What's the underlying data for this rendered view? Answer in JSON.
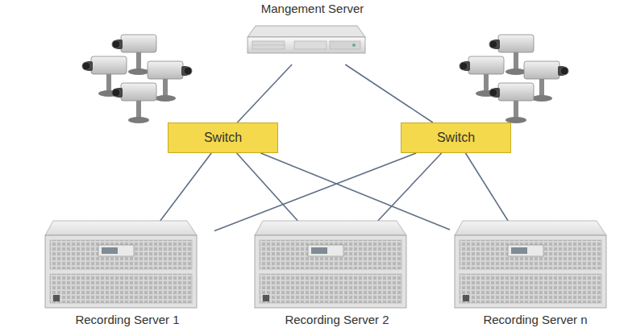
{
  "diagram": {
    "nodes": [
      {
        "text": [
          "Mangement Server"
        ]
      },
      {
        "text": [
          "Switch"
        ]
      },
      {
        "text": [
          "Switch"
        ]
      },
      {
        "text": [
          "Recording Server 1"
        ]
      },
      {
        "text": [
          "Recording Server 2"
        ]
      },
      {
        "text": [
          "Recording Server n"
        ]
      }
    ],
    "edges": [
      {
        "from": 0,
        "to": 1,
        "arrow": "none"
      },
      {
        "from": 0,
        "to": 2,
        "arrow": "none"
      },
      {
        "from": 1,
        "to": 3,
        "arrow": "none"
      },
      {
        "from": 1,
        "to": 4,
        "arrow": "none"
      },
      {
        "from": 1,
        "to": 5,
        "arrow": "none"
      },
      {
        "from": 2,
        "to": 3,
        "arrow": "none"
      },
      {
        "from": 2,
        "to": 4,
        "arrow": "none"
      },
      {
        "from": 2,
        "to": 5,
        "arrow": "none"
      }
    ]
  }
}
